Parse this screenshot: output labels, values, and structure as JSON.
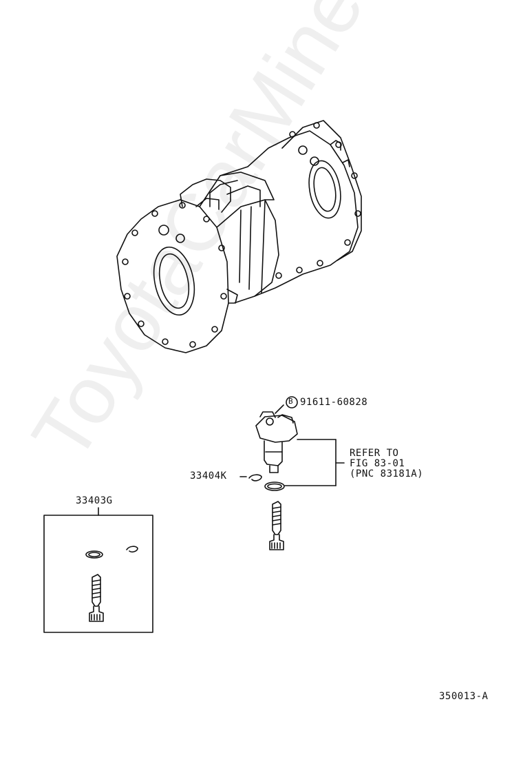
{
  "watermark": "ToyotaCarMine.ru",
  "labels": {
    "bolt_part": "91611-60828",
    "bolt_symbol": "B",
    "refer_line1": "REFER TO",
    "refer_line2": "FIG 83-01",
    "refer_line3": "(PNC 83181A)",
    "clip_part": "33404K",
    "kit_part": "33403G",
    "figure_code": "350013-A"
  }
}
